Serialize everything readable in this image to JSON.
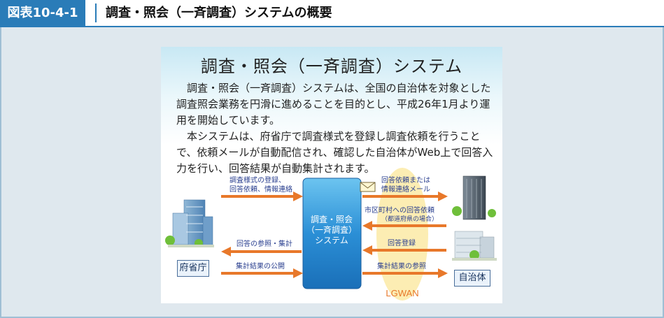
{
  "header": {
    "figure_label": "図表10-4-1",
    "title": "調査・照会（一斉調査）システムの概要"
  },
  "panel": {
    "title": "調査・照会（一斉調査）システム",
    "paragraph1": "調査・照会（一斉調査）システムは、全国の自治体を対象とした調査照会業務を円滑に進めることを目的とし、平成26年1月より運用を開始しています。",
    "paragraph2": "本システムは、府省庁で調査様式を登録し調査依頼を行うことで、依頼メールが自動配信され、確認した自治体がWeb上で回答入力を行い、回答結果が自動集計されます。"
  },
  "diagram": {
    "system_line1": "調査・照会",
    "system_line2": "（一斉調査）",
    "system_line3": "システム",
    "left_entity": "府省庁",
    "right_entity": "自治体",
    "network": "LGWAN",
    "left_arrows": {
      "a1_line1": "調査様式の登録、",
      "a1_line2": "回答依頼、情報連絡",
      "a2": "回答の参照・集計",
      "a3": "集計結果の公開"
    },
    "right_arrows": {
      "b1_line1": "回答依頼または",
      "b1_line2": "情報連絡メール",
      "b2_line1": "市区町村への回答依頼",
      "b2_line2": "（都道府県の場合）",
      "b3": "回答登録",
      "b4": "集計結果の参照"
    },
    "colors": {
      "arrow": "#e8782a",
      "system_box": "#2b8fd6",
      "label_text": "#2a3f8f",
      "network_ellipse": "#fbeaa6"
    }
  }
}
